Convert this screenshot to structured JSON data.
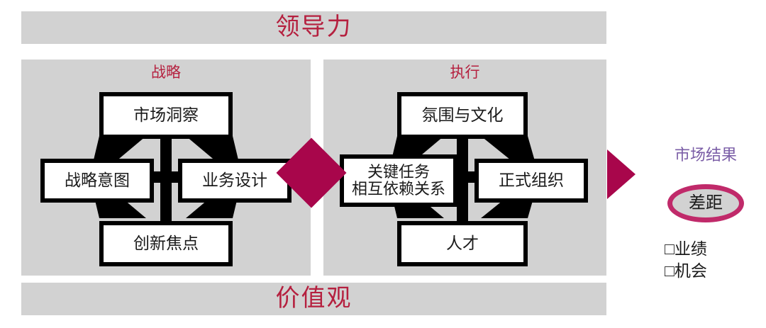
{
  "banners": {
    "top": "领导力",
    "bottom": "价值观"
  },
  "colors": {
    "banner_text": "#b5203f",
    "panel_title": "#b5203f",
    "panel_background": "#d2d2d2",
    "node_border": "#000000",
    "node_background": "#ffffff",
    "diamond": "#a8064b",
    "arrow": "#a8064b",
    "results_title": "#7b5ea7",
    "gap_ellipse_border": "#c02a6a",
    "gap_ellipse_fill": "#d2d2d2",
    "page_background": "#ffffff"
  },
  "panels": [
    {
      "id": "strategy",
      "title": "战略",
      "nodes": {
        "top": "市场洞察",
        "left": "战略意图",
        "right": "业务设计",
        "bottom": "创新焦点"
      }
    },
    {
      "id": "execution",
      "title": "执行",
      "nodes": {
        "top": "氛围与文化",
        "left": "关键任务\n相互依赖关系",
        "right": "正式组织",
        "bottom": "人才"
      }
    }
  ],
  "connectors": {
    "diamond_label": "diamond-connector",
    "arrow_label": "arrow-connector"
  },
  "results": {
    "title": "市场结果",
    "gap_label": "差距",
    "bullets": [
      "□业绩",
      "□机会"
    ]
  }
}
